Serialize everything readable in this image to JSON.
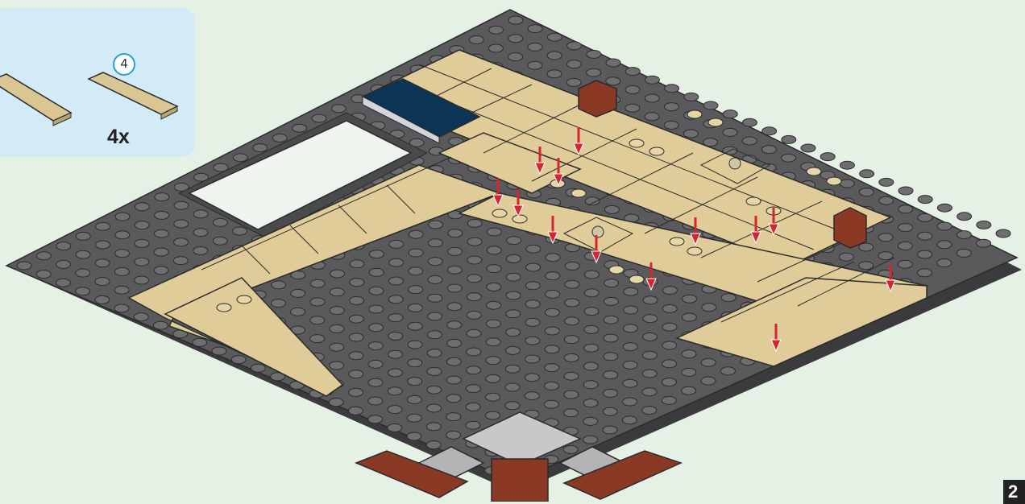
{
  "callout": {
    "part_count_badge": "4",
    "multiplier": "4x",
    "part_color": "#d9c692"
  },
  "colors": {
    "baseplate": "#5a5a5c",
    "tile_tan": "#dfcc98",
    "tile_dark_blue": "#0c3555",
    "reddish_brown": "#8a3a24",
    "light_gray": "#c8c8ca",
    "arrow_red": "#d42630"
  },
  "page": {
    "number": "2"
  }
}
